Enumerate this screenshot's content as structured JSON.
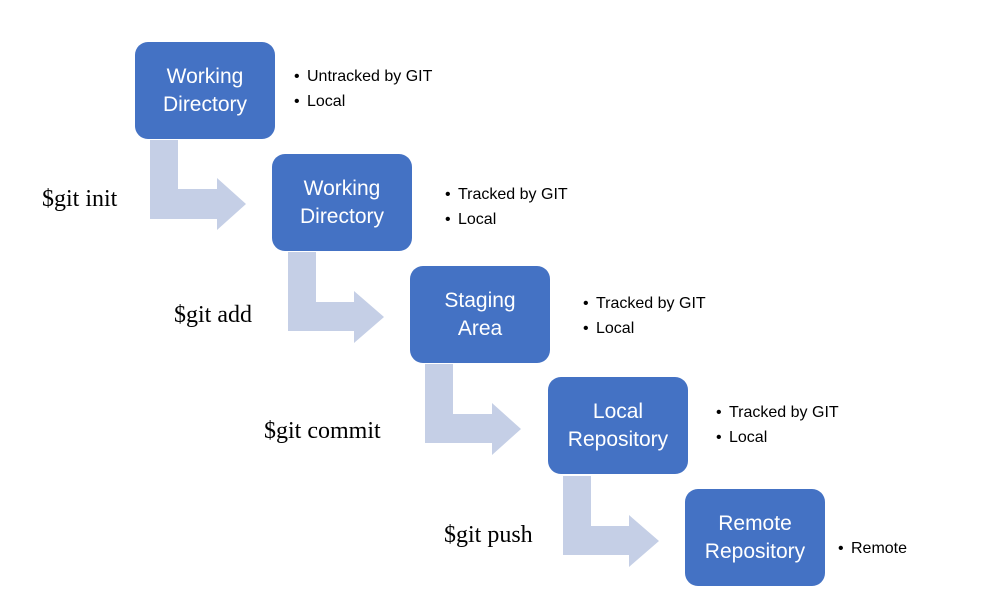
{
  "steps": [
    {
      "label": "Working\nDirectory",
      "notes": [
        "Untracked by GIT",
        "Local"
      ]
    },
    {
      "label": "Working\nDirectory",
      "notes": [
        "Tracked by GIT",
        "Local"
      ]
    },
    {
      "label": "Staging\nArea",
      "notes": [
        "Tracked by GIT",
        "Local"
      ]
    },
    {
      "label": "Local\nRepository",
      "notes": [
        "Tracked by GIT",
        "Local"
      ]
    },
    {
      "label": "Remote\nRepository",
      "notes": [
        "Remote"
      ]
    }
  ],
  "commands": [
    "$git init",
    "$git add",
    "$git commit",
    "$git push"
  ],
  "colors": {
    "box_fill": "#4472c4",
    "box_text": "#ffffff",
    "arrow_fill": "#c5cfe6"
  }
}
